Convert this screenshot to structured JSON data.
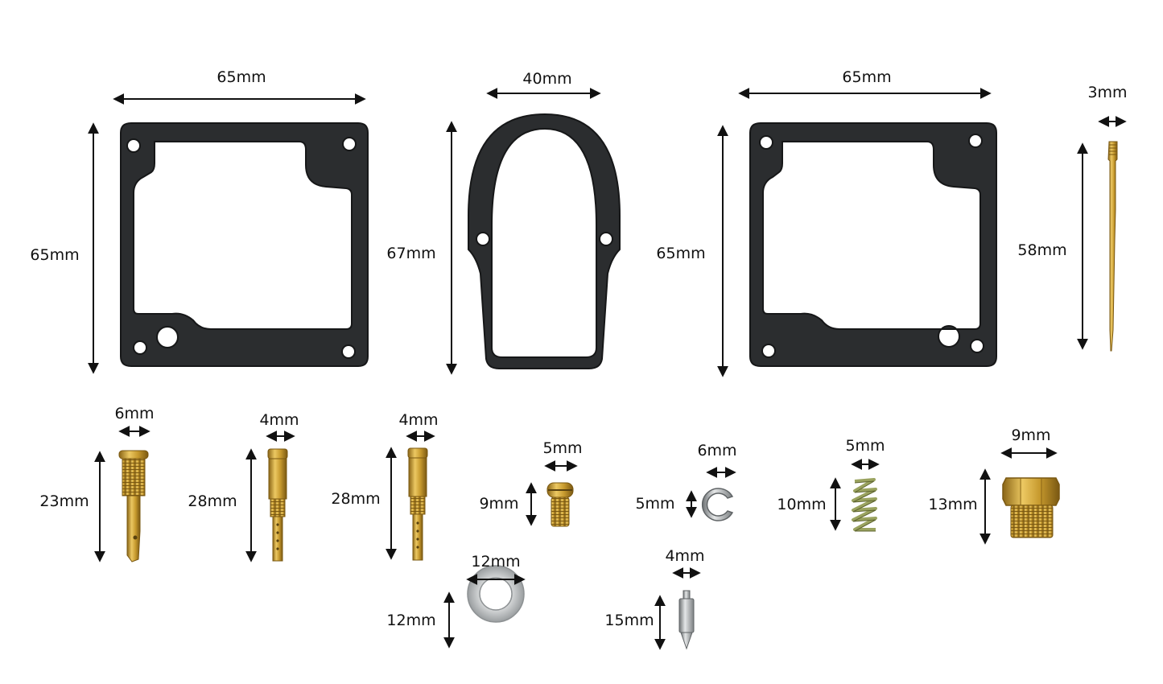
{
  "colors": {
    "background": "#ffffff",
    "gasket": "#2b2d2f",
    "gasket_edge": "#161718",
    "brass": "#c79a2e",
    "brass_dark": "#8a6516",
    "brass_light": "#ecc862",
    "steel": "#b9bcbe",
    "steel_dark": "#6f7375",
    "spring": "#9aa35f",
    "arrow": "#111111",
    "label": "#111111"
  },
  "parts": [
    {
      "kind": "gasket-square-left",
      "width_label": "65mm",
      "height_label": "65mm"
    },
    {
      "kind": "gasket-oval",
      "width_label": "40mm",
      "height_label": "67mm"
    },
    {
      "kind": "gasket-square-right",
      "width_label": "65mm",
      "height_label": "65mm"
    },
    {
      "kind": "jet-needle",
      "width_label": "3mm",
      "height_label": "58mm"
    },
    {
      "kind": "pilot-screw",
      "width_label": "6mm",
      "height_label": "23mm"
    },
    {
      "kind": "pilot-jet-1",
      "width_label": "4mm",
      "height_label": "28mm"
    },
    {
      "kind": "pilot-jet-2",
      "width_label": "4mm",
      "height_label": "28mm"
    },
    {
      "kind": "main-jet",
      "width_label": "5mm",
      "height_label": "9mm"
    },
    {
      "kind": "e-clip",
      "width_label": "6mm",
      "height_label": "5mm"
    },
    {
      "kind": "spring",
      "width_label": "5mm",
      "height_label": "10mm"
    },
    {
      "kind": "drain-plug",
      "width_label": "9mm",
      "height_label": "13mm"
    },
    {
      "kind": "washer",
      "width_label": "12mm",
      "height_label": "12mm"
    },
    {
      "kind": "float-needle",
      "width_label": "4mm",
      "height_label": "15mm"
    }
  ]
}
